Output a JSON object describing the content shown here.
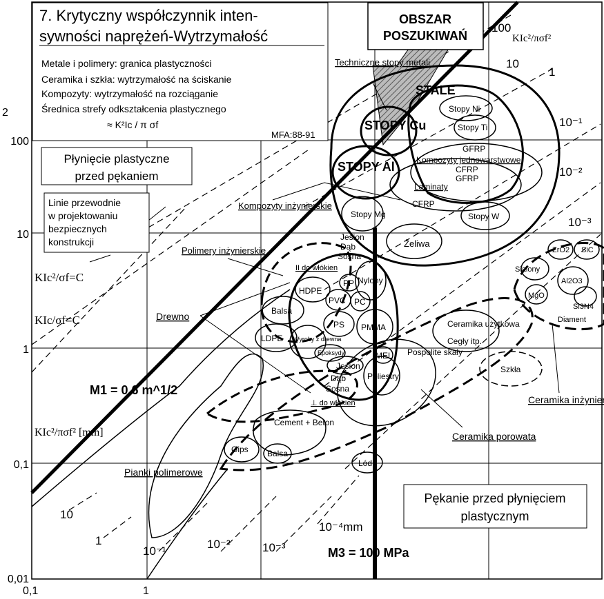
{
  "chart_data": {
    "type": "diagram",
    "title_line1": "7. Krytyczny współczynnik inten-",
    "title_line2": "sywności naprężeń-Wytrzymałość",
    "legend_lines": [
      "Metale i polimery: granica plastyczności",
      "Ceramika i szkła: wytrzymałość na ściskanie",
      "Kompozyty: wytrzymałość na rozciąganie",
      "Średnica strefy odkształcenia plastycznego"
    ],
    "approx_formula": "≈ K²Ic / π σf",
    "source_ref": "MFA:88-91",
    "search_area": [
      "OBSZAR",
      "POSZUKIWAŃ"
    ],
    "region_yield": [
      "Płynięcie plastyczne",
      "przed pękaniem"
    ],
    "region_fracture": [
      "Pękanie przed płynięciem",
      "plastycznym"
    ],
    "design_guide_box": [
      "Linie przewodnie",
      "w projektowaniu",
      "bezpiecznych",
      "konstrukcji"
    ],
    "x_tick_labels": [
      "0,1",
      "1"
    ],
    "y_tick_labels": [
      "100",
      "10",
      "1",
      "0,1",
      "0,01"
    ],
    "cut_axis_label": "2",
    "axes_scale": "log-log",
    "guide_labels": {
      "k2_sigma": "KIc²/σf=C",
      "k_sigma": "KIc/σf=C",
      "k2_pi_sigma_mm": "KIc²/πσf² [mm]",
      "k2_pi_sigma_top": "KIc²/πσf²",
      "m1": "M1 = 0,6 m^1/2",
      "m3": "M3 = 100 MPa"
    },
    "diagonal_value_labels": [
      "100",
      "10",
      "1",
      "10⁻¹",
      "10⁻²",
      "10⁻³",
      "10",
      "1",
      "10⁻¹",
      "10⁻²",
      "10⁻³",
      "10⁻⁴mm"
    ],
    "material_labels": [
      "Techniczne stopy metali",
      "STALE",
      "Stopy Ni",
      "Stopy Ti",
      "STOPY Cu",
      "STOPY Al",
      "GFRP",
      "Kompozyty jednowarstwowe",
      "CFRP",
      "GFRP",
      "Laminaty",
      "CFRP",
      "Kompozyty inżynierskie",
      "Stopy Mg",
      "Stopy W",
      "Żeliwa",
      "Jesion",
      "Dąb",
      "Sosna",
      "Polimery inżynierskie",
      "II do włókien",
      "HDPE",
      "PP",
      "Nylony",
      "PVC",
      "PC",
      "Balsa",
      "PS",
      "PMMA",
      "LDPE",
      "Wyroby z drewna",
      "Drewno",
      "Epoksydy",
      "MEL",
      "Jesion",
      "Dąb",
      "Sosna",
      "Poliestry",
      "⊥ do włókien",
      "Pospolite skały",
      "Ceramika użytkowa",
      "Cegły itp.",
      "Szkła",
      "Cement + Beton",
      "Gips",
      "Balsa",
      "Lód",
      "Pianki polimerowe",
      "Ceramika porowata",
      "Ceramika inżynierska",
      "ZrO2",
      "SiC",
      "Sialony",
      "Al2O3",
      "MgO",
      "Si3N4",
      "Diament"
    ]
  }
}
